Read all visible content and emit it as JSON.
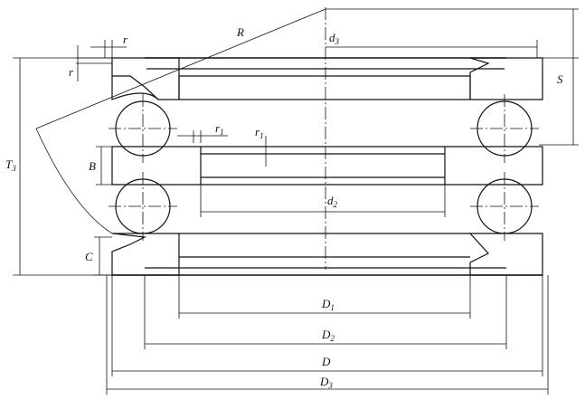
{
  "drawing": {
    "title": "",
    "labels": {
      "R": "R",
      "r": "r",
      "r1": "r",
      "r1_sub": "1",
      "d3": "d",
      "d3_sub": "3",
      "d2": "d",
      "d2_sub": "2",
      "B": "B",
      "C": "C",
      "S": "S",
      "T3": "T",
      "T3_sub": "3",
      "D1": "D",
      "D1_sub": "1",
      "D2": "D",
      "D2_sub": "2",
      "D": "D",
      "D3": "D",
      "D3_sub": "3"
    },
    "colors": {
      "line": "#111111",
      "background": "#ffffff"
    }
  }
}
